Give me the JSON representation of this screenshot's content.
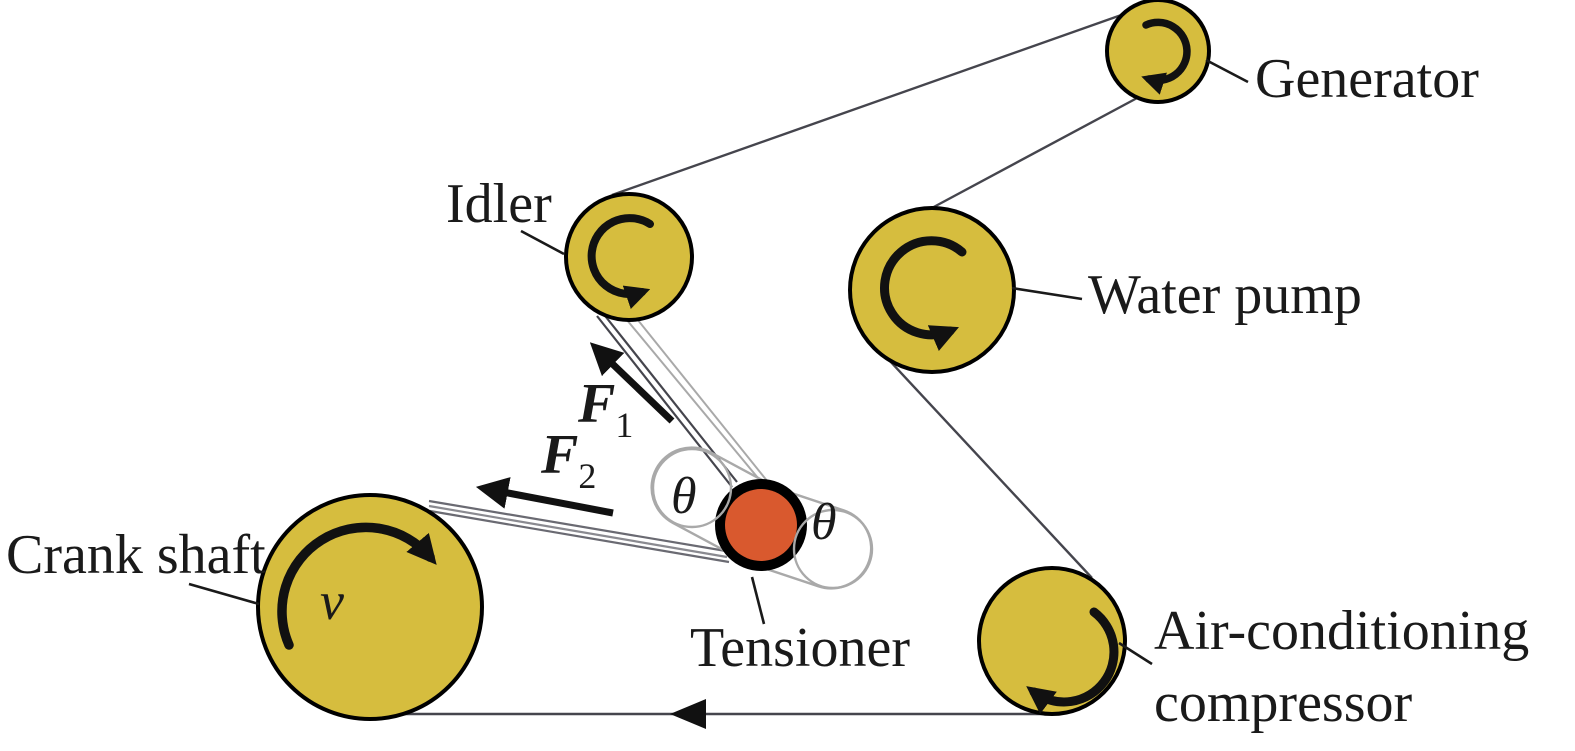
{
  "figure": {
    "labels": {
      "generator": "Generator",
      "idler": "Idler",
      "water_pump": "Water pump",
      "crank_shaft": "Crank shaft",
      "tensioner": "Tensioner",
      "ac_line1": "Air-conditioning",
      "ac_line2": "compressor",
      "force_symbol": "F",
      "f1_sub": "1",
      "f2_sub": "2",
      "theta_left": "θ",
      "theta_right": "θ",
      "velocity": "v"
    },
    "colors": {
      "pulley_fill": "#d6bd3e",
      "tensioner_fill": "#d9592e",
      "ring": "#000000",
      "belt": "#45454d",
      "guide": "#a9a9a9",
      "ink": "#111111"
    }
  }
}
